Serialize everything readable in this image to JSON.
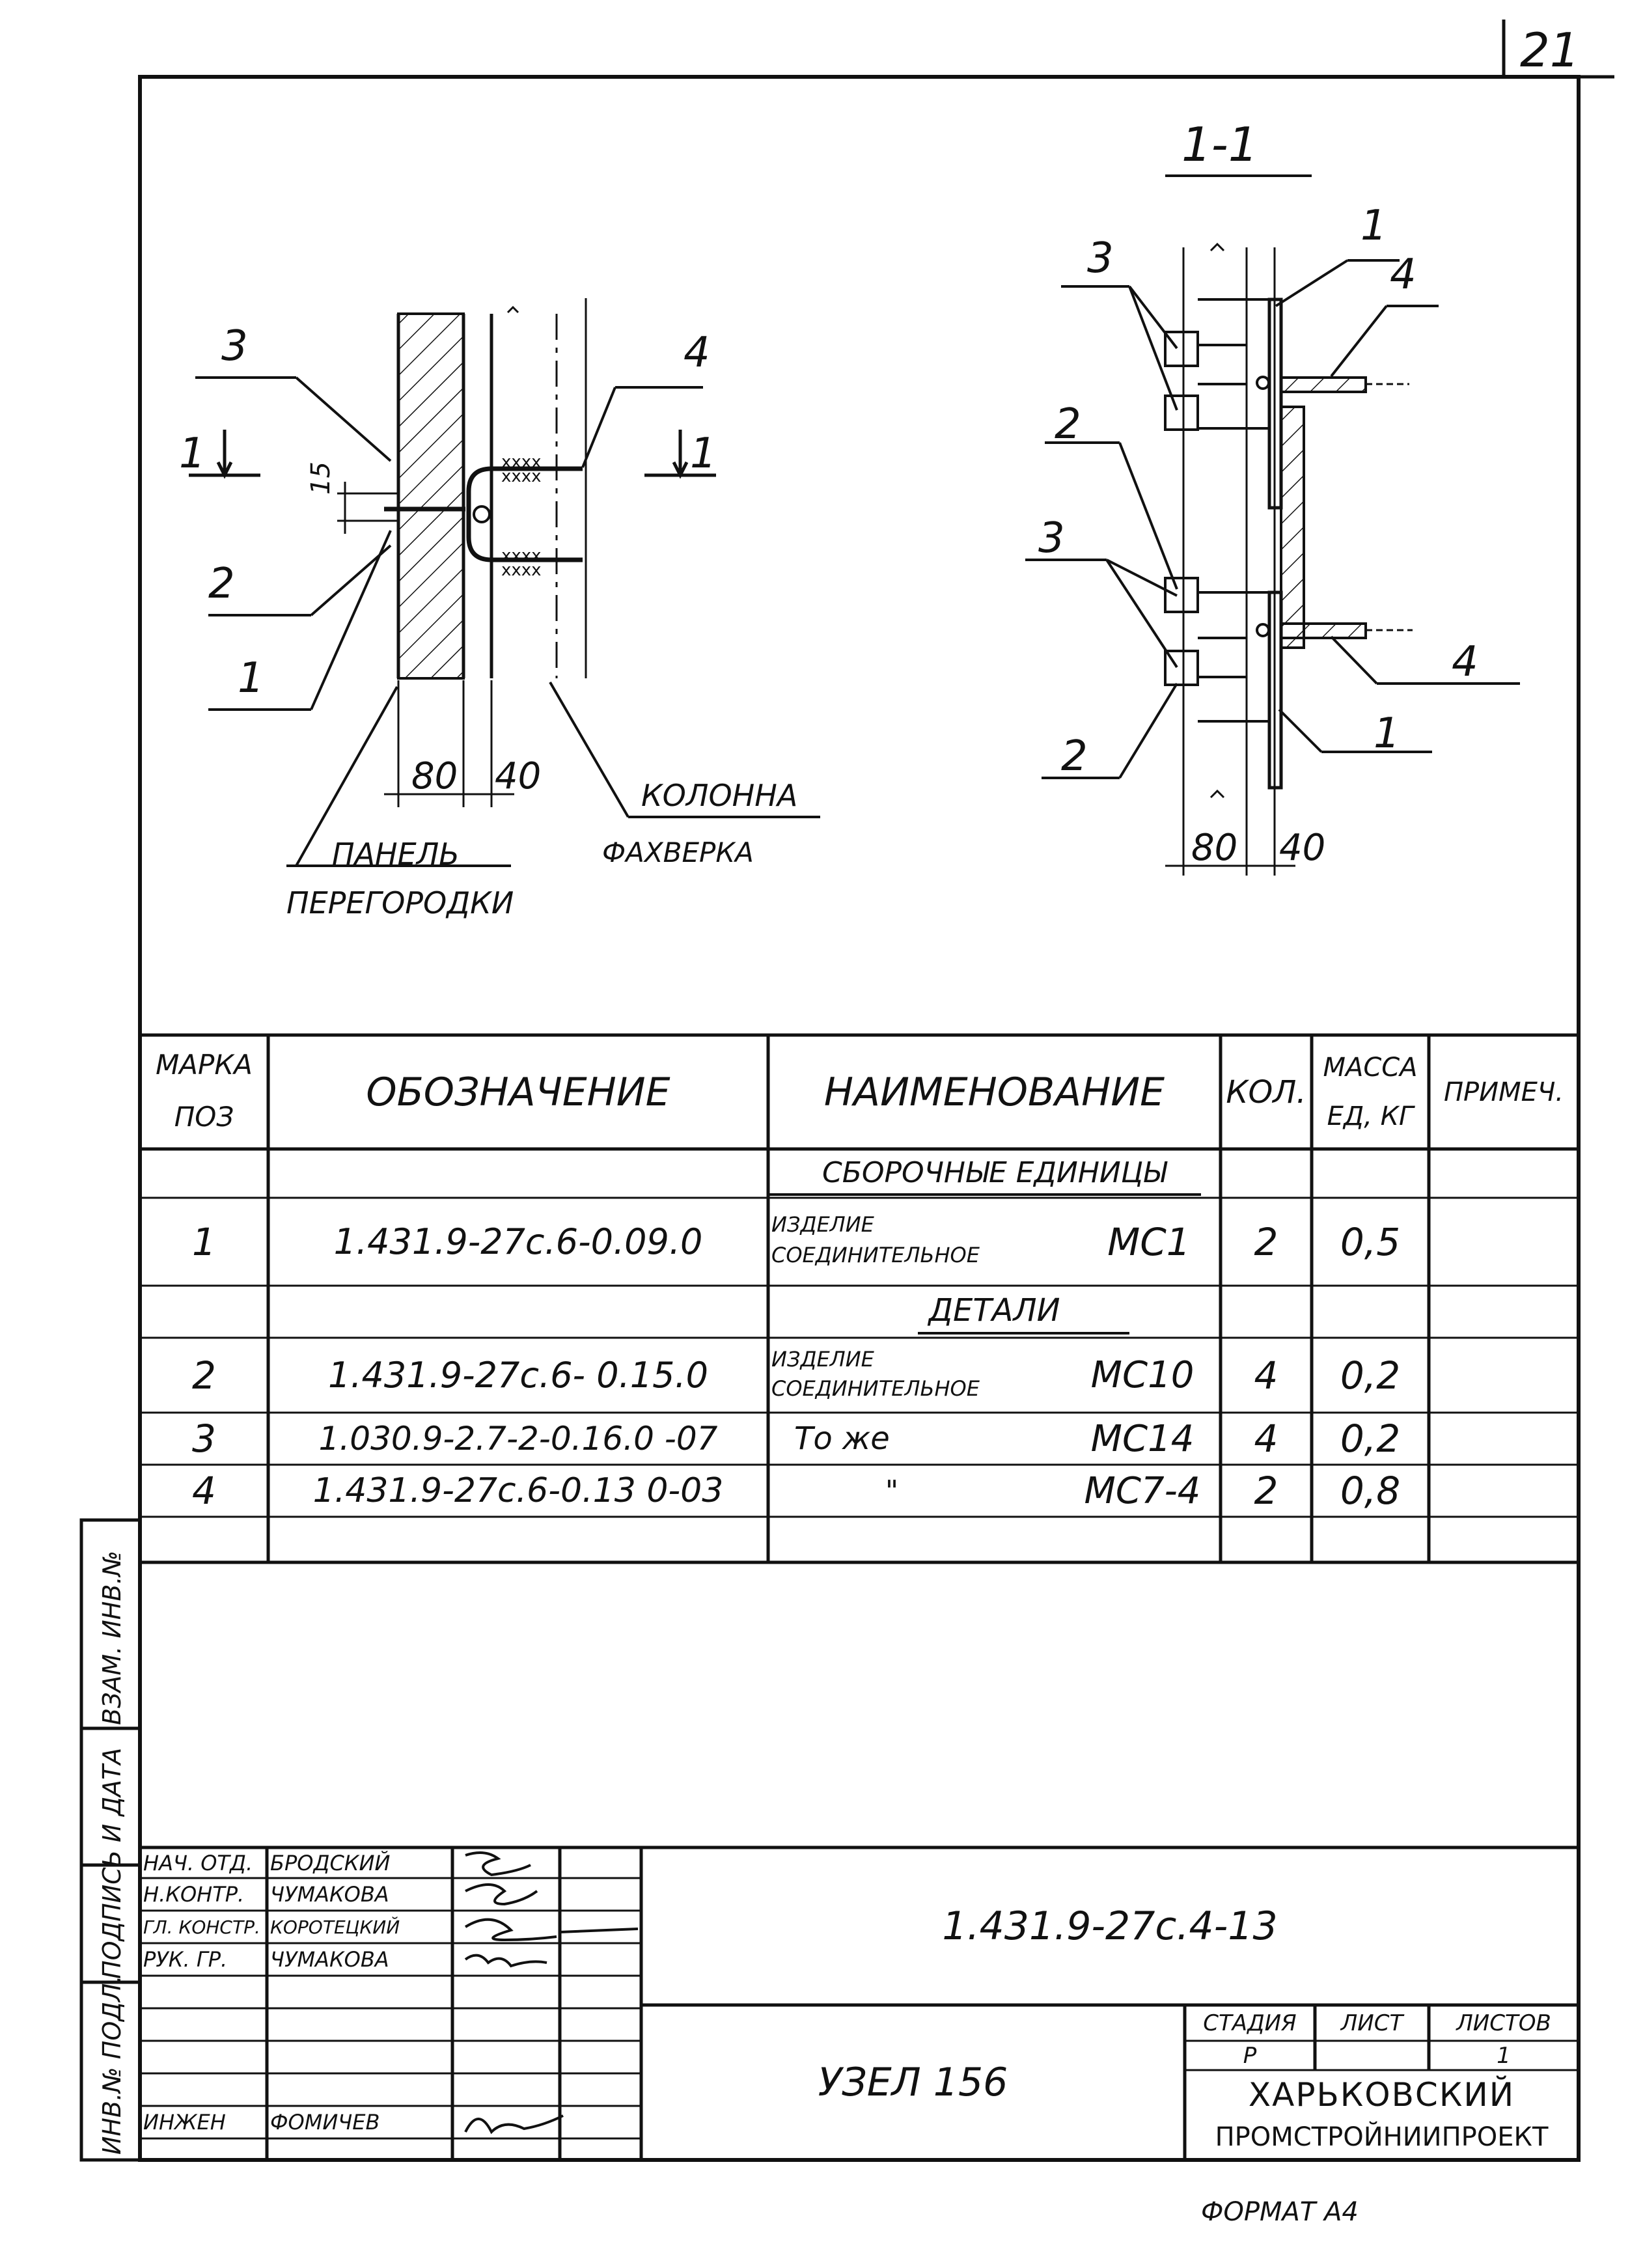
{
  "page_number": "21",
  "format_label": "ФОРМАТ А4",
  "drawing_left": {
    "callouts": [
      "3",
      "4",
      "2",
      "1"
    ],
    "section_marks": [
      "1",
      "1"
    ],
    "dim_15": "15",
    "dim_80": "80",
    "dim_40": "40",
    "panel_label_1": "ПАНЕЛЬ",
    "panel_label_2": "ПЕРЕГОРОДКИ",
    "column_label_1": "КОЛОННА",
    "column_label_2": "ФАХВЕРКА"
  },
  "drawing_right": {
    "section_title": "1-1",
    "callouts": [
      "1",
      "4",
      "3",
      "2",
      "3",
      "4",
      "1",
      "2"
    ],
    "dim_80": "80",
    "dim_40": "40"
  },
  "table": {
    "headers": {
      "mark_1": "МАРКА",
      "mark_2": "ПОЗ",
      "designation": "ОБОЗНАЧЕНИЕ",
      "name": "НАИМЕНОВАНИЕ",
      "qty": "КОЛ.",
      "mass_1": "МАССА",
      "mass_2": "ЕД, КГ",
      "note": "ПРИМЕЧ."
    },
    "section_assembly": "СБОРОЧНЫЕ ЕДИНИЦЫ",
    "section_details": "ДЕТАЛИ",
    "rows": [
      {
        "pos": "1",
        "designation": "1.431.9-27с.6-0.09.0",
        "name_1": "ИЗДЕЛИЕ",
        "name_2": "СОЕДИНИТЕЛЬНОЕ",
        "mark": "МС1",
        "qty": "2",
        "mass": "0,5"
      },
      {
        "pos": "2",
        "designation": "1.431.9-27с.6- 0.15.0",
        "name_1": "ИЗДЕЛИЕ",
        "name_2": "СОЕДИНИТЕЛЬНОЕ",
        "mark": "МС10",
        "qty": "4",
        "mass": "0,2"
      },
      {
        "pos": "3",
        "designation": "1.030.9-2.7-2-0.16.0 -07",
        "name_1": "То же",
        "name_2": "",
        "mark": "МС14",
        "qty": "4",
        "mass": "0,2"
      },
      {
        "pos": "4",
        "designation": "1.431.9-27с.6-0.13 0-03",
        "name_1": "\"",
        "name_2": "",
        "mark": "МС7-4",
        "qty": "2",
        "mass": "0,8"
      }
    ]
  },
  "side_stamp": {
    "inv_orig": "ИНВ.№ ПОДЛ.",
    "sign_date": "ПОДПИСЬ И ДАТА",
    "vzam_inv": "ВЗАМ. ИНВ.№"
  },
  "title_block": {
    "people": [
      {
        "role": "НАЧ. ОТД.",
        "name": "БРОДСКИЙ"
      },
      {
        "role": "Н.КОНТР.",
        "name": "ЧУМАКОВА"
      },
      {
        "role": "ГЛ. КОНСТР.",
        "name": "КОРОТЕЦКИЙ"
      },
      {
        "role": "РУК. ГР.",
        "name": "ЧУМАКОВА"
      },
      {
        "role": "",
        "name": ""
      },
      {
        "role": "",
        "name": ""
      },
      {
        "role": "ИНЖЕН",
        "name": "ФОМИЧЕВ"
      }
    ],
    "doc_code": "1.431.9-27с.4-13",
    "sheet_title": "УЗЕЛ 156",
    "stage_label": "СТАДИЯ",
    "sheet_label": "ЛИСТ",
    "sheets_label": "ЛИСТОВ",
    "stage_value": "Р",
    "sheet_value": "",
    "sheets_value": "1",
    "org_1": "ХАРЬКОВСКИЙ",
    "org_2": "ПРОМСТРОЙНИИПРОЕКТ"
  }
}
